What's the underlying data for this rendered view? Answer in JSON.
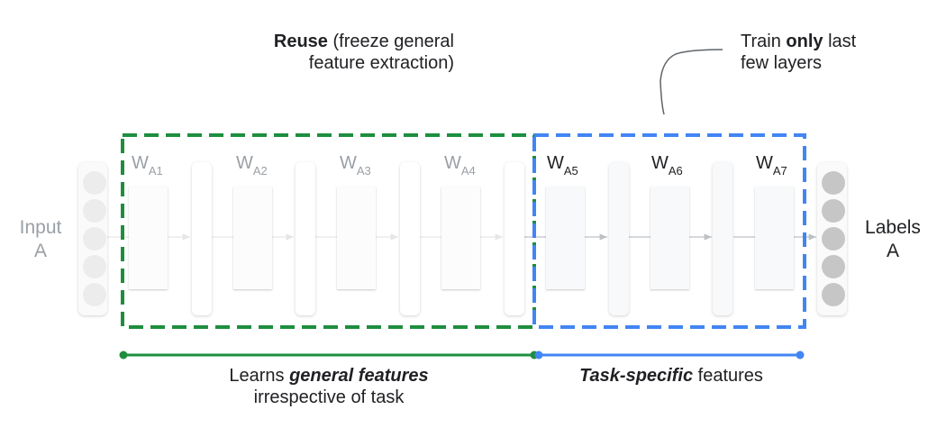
{
  "top_left_caption": {
    "bold": "Reuse",
    "line1_rest": " (freeze general",
    "line2": "feature extraction)"
  },
  "top_right_caption": {
    "pre": "Train ",
    "bold": "only",
    "post": " last",
    "line2": "few layers"
  },
  "input": {
    "line1": "Input",
    "line2": "A",
    "node_count": 5,
    "color": "#9aa0a6"
  },
  "output": {
    "line1": "Labels",
    "line2": "A",
    "node_count": 5,
    "color": "#202124"
  },
  "weights": [
    {
      "w": "W",
      "sub": "A1",
      "frozen": true
    },
    {
      "w": "W",
      "sub": "A2",
      "frozen": true
    },
    {
      "w": "W",
      "sub": "A3",
      "frozen": true
    },
    {
      "w": "W",
      "sub": "A4",
      "frozen": true
    },
    {
      "w": "W",
      "sub": "A5",
      "frozen": false
    },
    {
      "w": "W",
      "sub": "A6",
      "frozen": false
    },
    {
      "w": "W",
      "sub": "A7",
      "frozen": false
    }
  ],
  "colors": {
    "frozen_region": "#1e8e3e",
    "trainable_region": "#4285f4",
    "frozen_text": "#9aa0a6",
    "active_text": "#202124"
  },
  "bottom_left_caption": {
    "pre": "Learns ",
    "bold_italic": "general features",
    "line2": "irrespective of task"
  },
  "bottom_right_caption": {
    "bold_italic": "Task-specific",
    "post": " features"
  }
}
